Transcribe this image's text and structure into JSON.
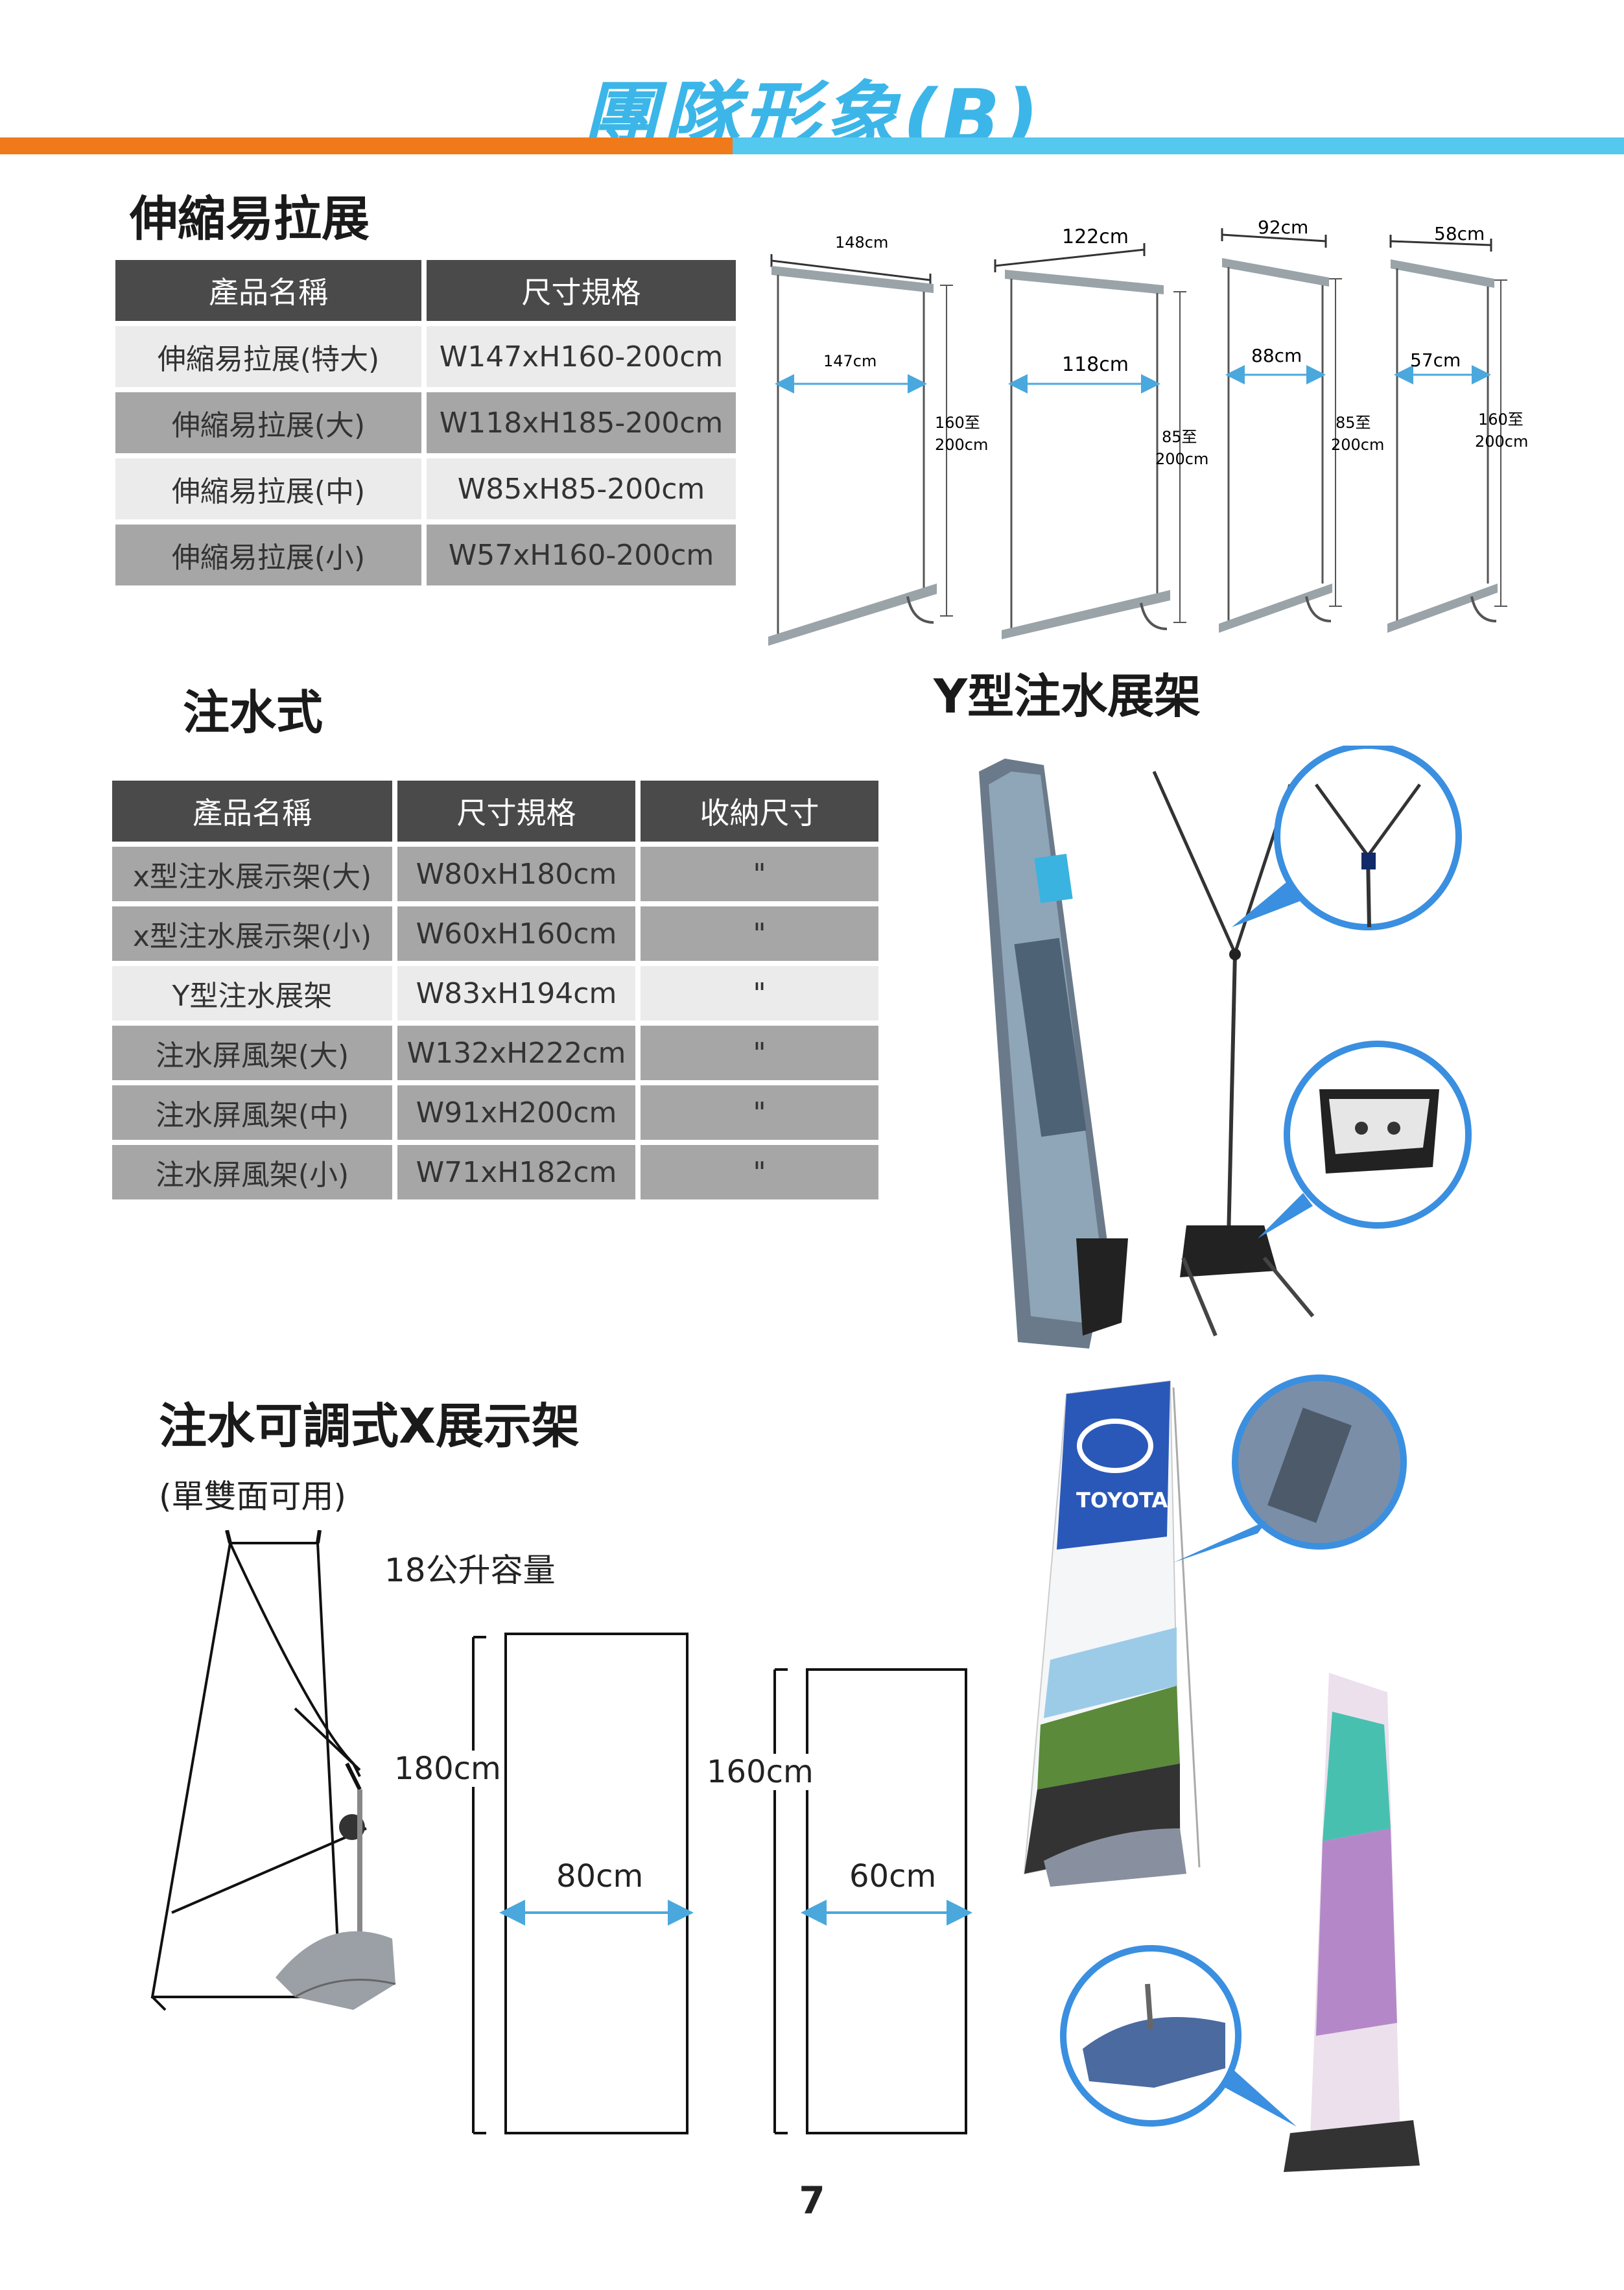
{
  "page_title": "團隊形象(B)",
  "section1": {
    "heading": "伸縮易拉展",
    "headers": [
      "產品名稱",
      "尺寸規格"
    ],
    "rows": [
      [
        "伸縮易拉展(特大)",
        "W147xH160-200cm"
      ],
      [
        "伸縮易拉展(大)",
        "W118xH185-200cm"
      ],
      [
        "伸縮易拉展(中)",
        "W85xH85-200cm"
      ],
      [
        "伸縮易拉展(小)",
        "W57xH160-200cm"
      ]
    ],
    "diagrams": [
      {
        "top": "148cm",
        "width": "147cm",
        "height_a": "160至",
        "height_b": "200cm"
      },
      {
        "top": "122cm",
        "width": "118cm",
        "height_a": "85至",
        "height_b": "200cm"
      },
      {
        "top": "92cm",
        "width": "88cm",
        "height_a": "85至",
        "height_b": "200cm"
      },
      {
        "top": "58cm",
        "width": "57cm",
        "height_a": "160至",
        "height_b": "200cm"
      }
    ]
  },
  "section2": {
    "heading": "注水式",
    "headers": [
      "產品名稱",
      "尺寸規格",
      "收納尺寸"
    ],
    "rows": [
      [
        "x型注水展示架(大)",
        "W80xH180cm",
        "\""
      ],
      [
        "x型注水展示架(小)",
        "W60xH160cm",
        "\""
      ],
      [
        "Y型注水展架",
        "W83xH194cm",
        "\""
      ],
      [
        "注水屏風架(大)",
        "W132xH222cm",
        "\""
      ],
      [
        "注水屏風架(中)",
        "W91xH200cm",
        "\""
      ],
      [
        "注水屏風架(小)",
        "W71xH182cm",
        "\""
      ]
    ]
  },
  "section_y": {
    "heading": "Y型注水展架"
  },
  "section3": {
    "heading": "注水可調式X展示架",
    "subheading": "(單雙面可用)",
    "capacity": "18公升容量",
    "rect1_height": "180cm",
    "rect1_width": "80cm",
    "rect2_height": "160cm",
    "rect2_width": "60cm",
    "brand_text": "TOYOTA"
  },
  "page_number": "7",
  "colors": {
    "title": "#3cb6e8",
    "bar_orange": "#f07a1a",
    "bar_blue": "#54c8ef",
    "header_dark": "#4a4a4a",
    "row_dark": "#a6a6a6",
    "row_light": "#ebebeb",
    "arrow_blue": "#4aa8dd",
    "circle_blue": "#3a8fe0"
  }
}
